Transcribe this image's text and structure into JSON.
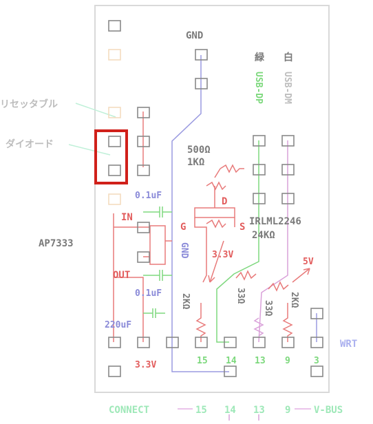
{
  "labels": {
    "gnd_top": "GND",
    "green_head": "緑",
    "white_head": "白",
    "usb_dp": "USB-DP",
    "usb_dm": "USB-DM",
    "resettable": "リセッタブル",
    "diode": "ダイオード",
    "res_500": "500Ω",
    "res_1k": "1KΩ",
    "cap_01_top": "0.1uF",
    "in_label": "IN",
    "pin_d": "D",
    "pin_g": "G",
    "pin_s": "S",
    "mosfet": "IRLML2246",
    "res_24k": "24KΩ",
    "regulator": "AP7333",
    "gnd_vertical": "GND",
    "v33_mid": "3.3V",
    "v5": "5V",
    "out_label": "OUT",
    "cap_01_bottom": "0.1uF",
    "res_2k_left": "2KΩ",
    "res_33_a": "33Ω",
    "res_33_b": "33Ω",
    "res_2k_right": "2KΩ",
    "cap_220": "220uF",
    "wrt": "WRT",
    "pin_15": "15",
    "pin_14": "14",
    "pin_13": "13",
    "pin_9": "9",
    "pin_3": "3",
    "v33_bottom": "3.3V",
    "connect": "CONNECT",
    "bus_15": "15",
    "bus_14": "14",
    "bus_13": "13",
    "bus_9": "9",
    "vbus": "V-BUS"
  },
  "colors": {
    "board_outline": "#d9d9d9",
    "pad": "#888888",
    "pad_faded": "#f3dcc0",
    "red_trace": "#e87a7a",
    "red_text": "#e25c5c",
    "blue_trace": "#9a9ae0",
    "blue_text": "#8a8ad8",
    "green_trace": "#7fd87f",
    "green_text": "#7cd87c",
    "pink_trace": "#d9a0d9",
    "gray_text": "#7a7a7a",
    "light_gray_text": "#bdbdbd",
    "highlight": "#d0201a"
  }
}
